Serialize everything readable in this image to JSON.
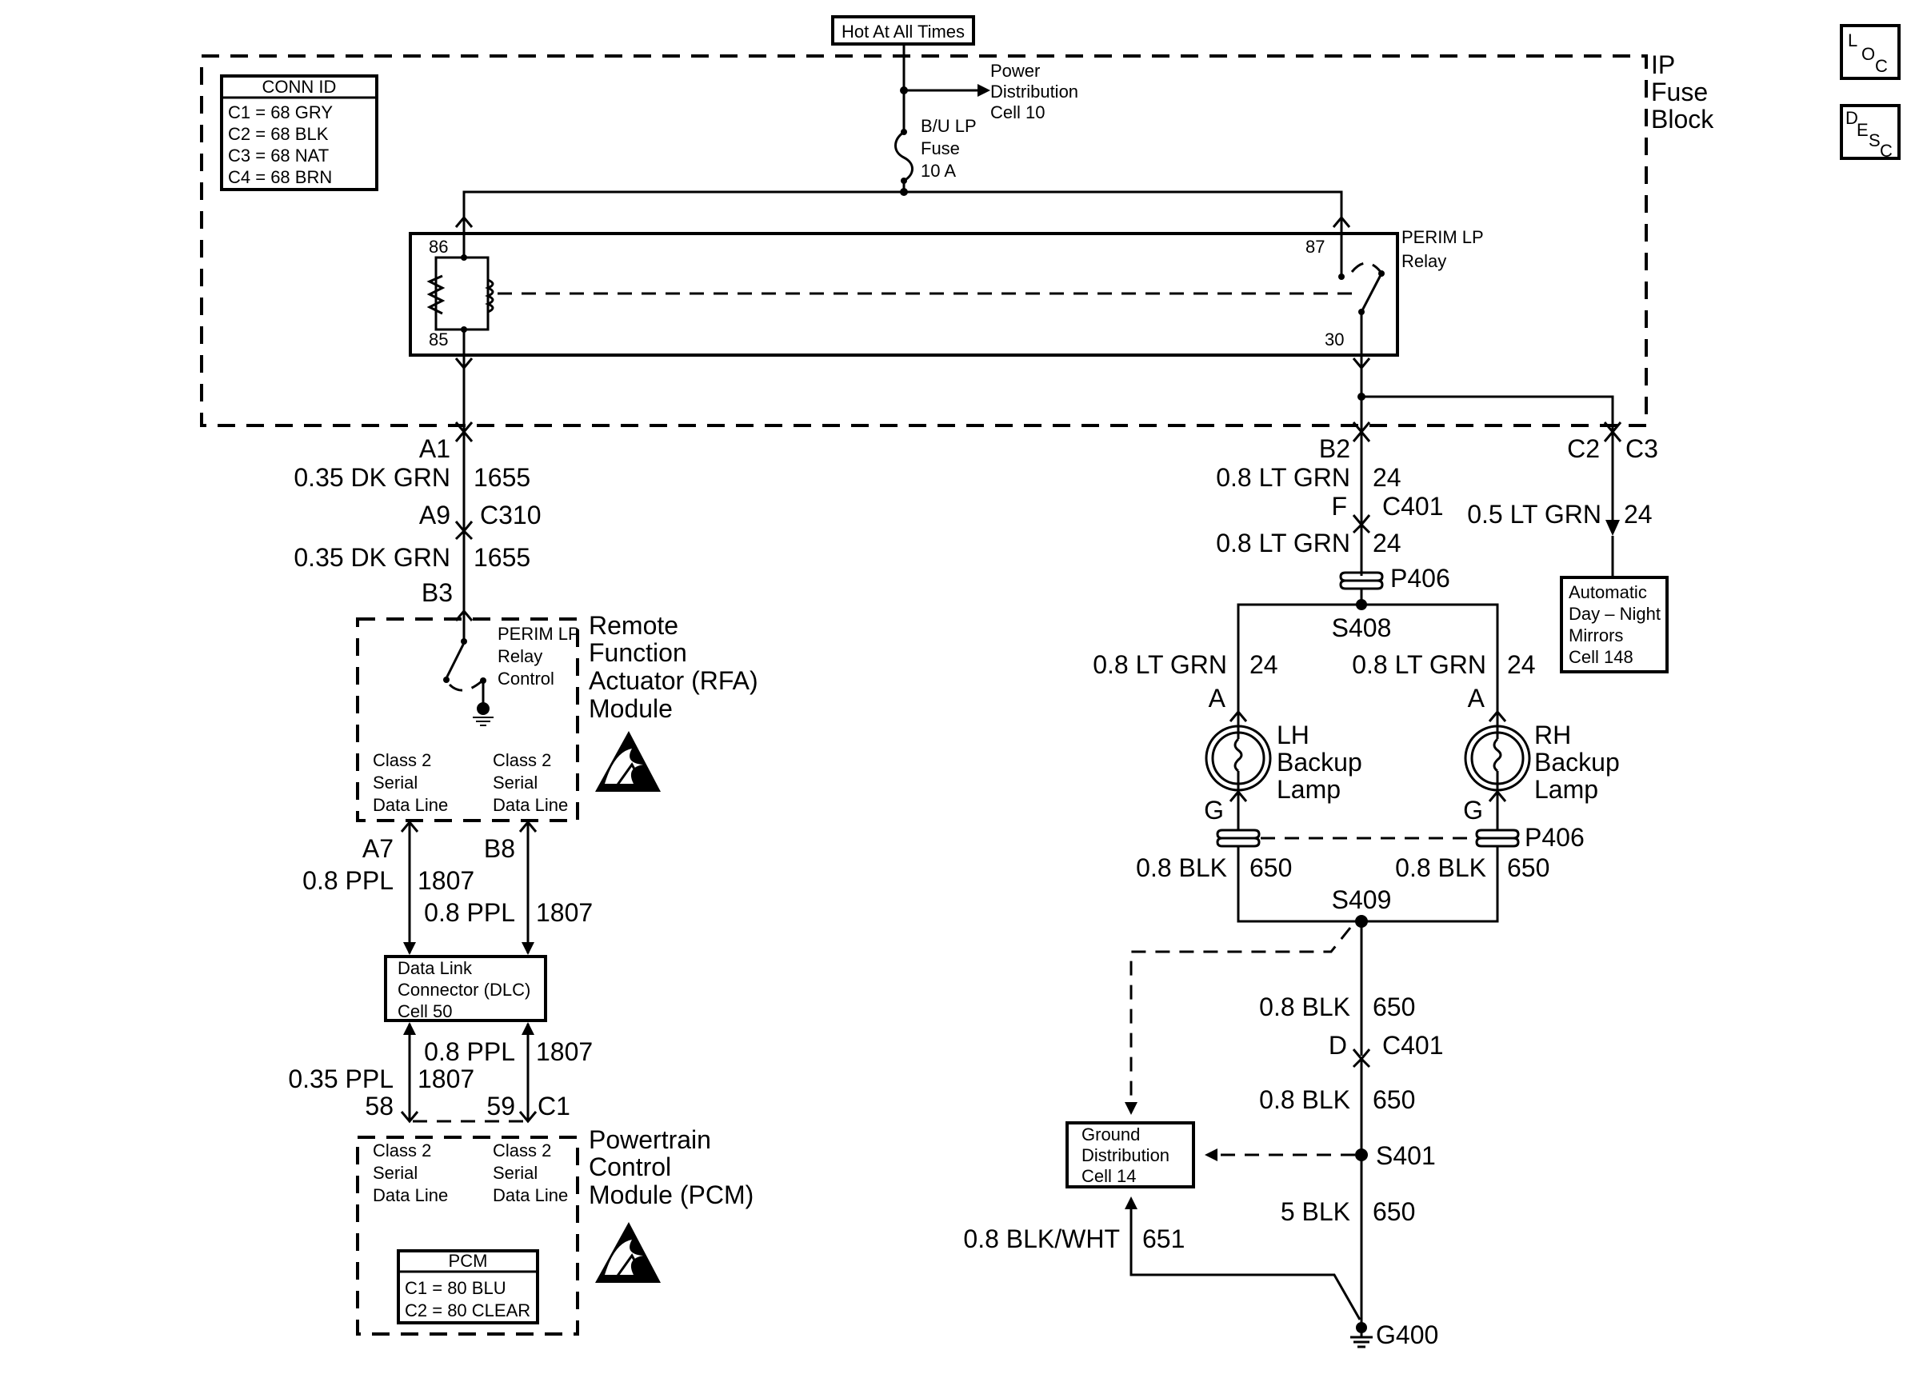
{
  "header": {
    "hot_at_all_times": "Hot At All Times"
  },
  "side_icons": {
    "loc": [
      "L",
      "O",
      "C"
    ],
    "desc": [
      "D",
      "E",
      "S",
      "C"
    ]
  },
  "fuse_block": {
    "title": [
      "IP",
      "Fuse",
      "Block"
    ],
    "conn_id": {
      "title": "CONN ID",
      "rows": [
        "C1 = 68 GRY",
        "C2 = 68 BLK",
        "C3 = 68 NAT",
        "C4 = 68 BRN"
      ]
    },
    "power_distribution": [
      "Power",
      "Distribution",
      "Cell 10"
    ],
    "fuse_label": [
      "B/U LP",
      "Fuse",
      "10 A"
    ],
    "relay": {
      "title": [
        "PERIM LP",
        "Relay"
      ],
      "pins": {
        "p86": "86",
        "p85": "85",
        "p87": "87",
        "p30": "30"
      }
    }
  },
  "left_circuit": {
    "a1": "A1",
    "w1_gauge": "0.35 DK GRN",
    "w1_num": "1655",
    "a9": "A9",
    "c310": "C310",
    "w2_gauge": "0.35 DK GRN",
    "w2_num": "1655",
    "b3": "B3"
  },
  "rfa_module": {
    "title": [
      "Remote",
      "Function",
      "Actuator (RFA)",
      "Module"
    ],
    "relay_control": [
      "PERIM LP",
      "Relay",
      "Control"
    ],
    "data_left": [
      "Class 2",
      "Serial",
      "Data Line"
    ],
    "data_right": [
      "Class 2",
      "Serial",
      "Data Line"
    ],
    "a7": "A7",
    "b8": "B8",
    "w_a7_gauge": "0.8 PPL",
    "w_a7_num": "1807",
    "w_b8_gauge": "0.8 PPL",
    "w_b8_num": "1807"
  },
  "dlc": {
    "lines": [
      "Data Link",
      "Connector (DLC)",
      "Cell 50"
    ]
  },
  "pcm_module": {
    "title": [
      "Powertrain",
      "Control",
      "Module (PCM)"
    ],
    "w58_gauge": "0.35 PPL",
    "w58_num": "1807",
    "w59_gauge": "0.8 PPL",
    "w59_num": "1807",
    "p58": "58",
    "p59": "59",
    "c1": "C1",
    "data_left": [
      "Class 2",
      "Serial",
      "Data Line"
    ],
    "data_right": [
      "Class 2",
      "Serial",
      "Data Line"
    ],
    "conn": {
      "title": "PCM",
      "rows": [
        "C1 = 80 BLU",
        "C2 = 80 CLEAR"
      ]
    }
  },
  "right_circuit": {
    "b2": "B2",
    "w1_gauge": "0.8 LT GRN",
    "w1_num": "24",
    "f": "F",
    "c401": "C401",
    "w2_gauge": "0.8 LT GRN",
    "w2_num": "24",
    "p406_top": "P406",
    "s408": "S408",
    "c2": "C2",
    "c3": "C3",
    "mirror_gauge": "0.5 LT GRN",
    "mirror_num": "24",
    "mirrors": [
      "Automatic",
      "Day – Night",
      "Mirrors",
      "Cell 148"
    ],
    "lh_gauge": "0.8 LT GRN",
    "lh_num": "24",
    "rh_gauge": "0.8 LT GRN",
    "rh_num": "24",
    "lh_a": "A",
    "rh_a": "A",
    "lh_lamp": [
      "LH",
      "Backup",
      "Lamp"
    ],
    "rh_lamp": [
      "RH",
      "Backup",
      "Lamp"
    ],
    "lh_g": "G",
    "rh_g": "G",
    "p406_bottom": "P406",
    "lh_blk_gauge": "0.8 BLK",
    "lh_blk_num": "650",
    "rh_blk_gauge": "0.8 BLK",
    "rh_blk_num": "650",
    "s409": "S409",
    "g1_gauge": "0.8 BLK",
    "g1_num": "650",
    "d": "D",
    "c401_lower": "C401",
    "g2_gauge": "0.8 BLK",
    "g2_num": "650",
    "s401": "S401",
    "g3_gauge": "5 BLK",
    "g3_num": "650",
    "gd": [
      "Ground",
      "Distribution",
      "Cell 14"
    ],
    "bw_gauge": "0.8 BLK/WHT",
    "bw_num": "651",
    "g400": "G400"
  }
}
